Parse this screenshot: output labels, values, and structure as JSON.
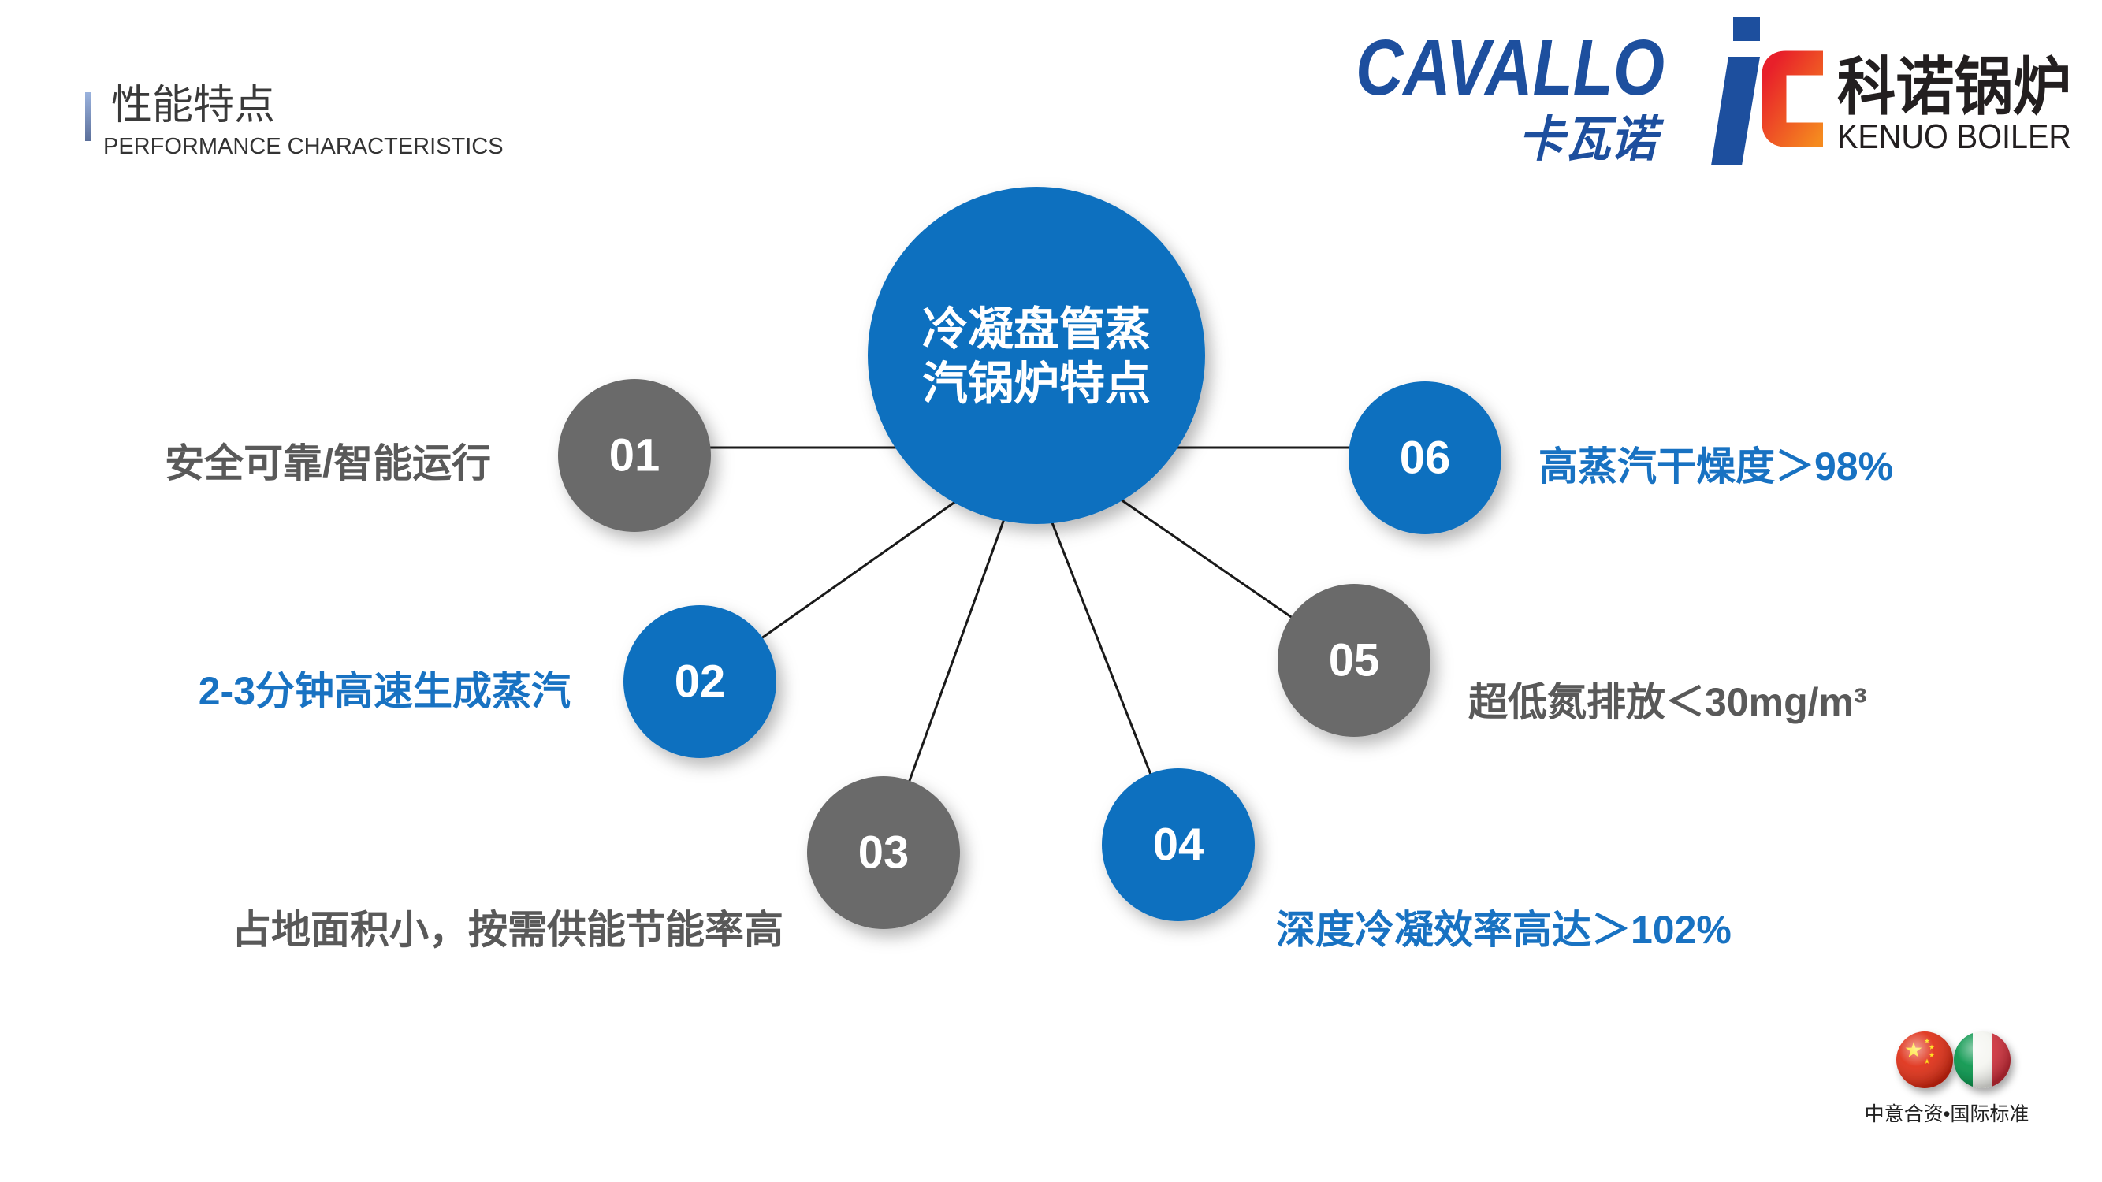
{
  "header": {
    "title": "性能特点",
    "subtitle": "PERFORMANCE CHARACTERISTICS"
  },
  "logos": {
    "cavallo_name": "CAVALLO",
    "cavallo_name_cn": "卡瓦诺",
    "kenuo_mark_icon": "ic-monogram-icon",
    "kenuo_name_cn": "科诺锅炉",
    "kenuo_name_en": "KENUO BOILER"
  },
  "hub": {
    "line1": "冷凝盘管蒸",
    "line2": "汽锅炉特点"
  },
  "features": [
    {
      "number": "01",
      "label": "安全可靠/智能运行"
    },
    {
      "number": "02",
      "label": "2-3分钟高速生成蒸汽"
    },
    {
      "number": "03",
      "label": "占地面积小，按需供能节能率高"
    },
    {
      "number": "04",
      "label": "深度冷凝效率高达＞102%"
    },
    {
      "number": "05",
      "label": "超低氮排放＜30mg/m³"
    },
    {
      "number": "06",
      "label": "高蒸汽干燥度＞98%"
    }
  ],
  "footer": {
    "caption": "中意合资•国际标准",
    "flag_icons": [
      "china-flag-icon",
      "italy-flag-icon"
    ]
  },
  "colors": {
    "accent_blue": "#0b6fbf",
    "neutral_gray": "#6b6b6b",
    "label_blue": "#1872c2",
    "label_gray": "#595959",
    "logo_blue": "#1d4f9e",
    "logo_red": "#e8202a",
    "logo_orange": "#f58a1f"
  }
}
